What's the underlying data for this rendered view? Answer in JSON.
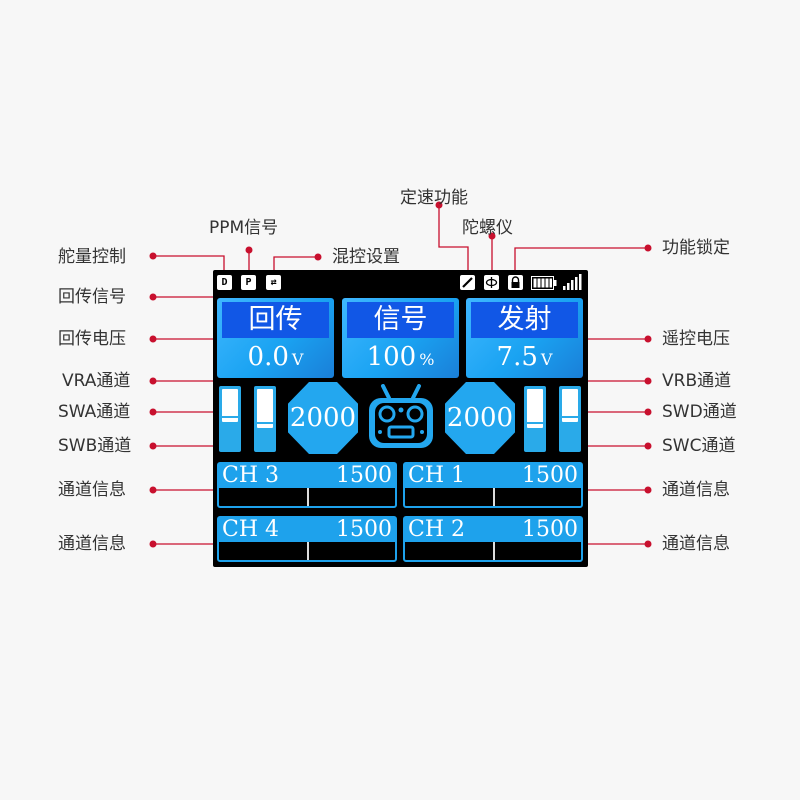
{
  "callouts": {
    "rudder_control": "舵量控制",
    "ppm_signal": "PPM信号",
    "mix_setting": "混控设置",
    "cruise_function": "定速功能",
    "gyroscope": "陀螺仪",
    "function_lock": "功能锁定",
    "telemetry_signal": "回传信号",
    "telemetry_voltage": "回传电压",
    "remote_voltage": "遥控电压",
    "vra_channel": "VRA通道",
    "vrb_channel": "VRB通道",
    "swa_channel": "SWA通道",
    "swd_channel": "SWD通道",
    "swb_channel": "SWB通道",
    "swc_channel": "SWC通道",
    "channel_info_l1": "通道信息",
    "channel_info_r1": "通道信息",
    "channel_info_l2": "通道信息",
    "channel_info_r2": "通道信息"
  },
  "screen": {
    "status_bar": {
      "rudder_glyph": "D",
      "ppm_glyph": "P",
      "mix_glyph": "⇄",
      "icons": [
        "cruise-icon",
        "gyro-icon",
        "lock-icon",
        "battery-icon",
        "signal-bars-icon"
      ]
    },
    "panels": [
      {
        "title": "回传",
        "value": "0.0",
        "unit": "V"
      },
      {
        "title": "信号",
        "value": "100",
        "unit": "%"
      },
      {
        "title": "发射",
        "value": "7.5",
        "unit": "V"
      }
    ],
    "vra_value": "2000",
    "vrb_value": "2000",
    "switch_levels": {
      "swa": 0.55,
      "swb": 0.65,
      "swc": 0.65,
      "swd": 0.55
    },
    "channels": [
      {
        "name": "CH 3",
        "value": "1500"
      },
      {
        "name": "CH 1",
        "value": "1500"
      },
      {
        "name": "CH 4",
        "value": "1500"
      },
      {
        "name": "CH 2",
        "value": "1500"
      }
    ]
  },
  "colors": {
    "accent_blue": "#1ea2ec",
    "title_blue": "#1157e6",
    "leader_red": "#c8102e"
  }
}
